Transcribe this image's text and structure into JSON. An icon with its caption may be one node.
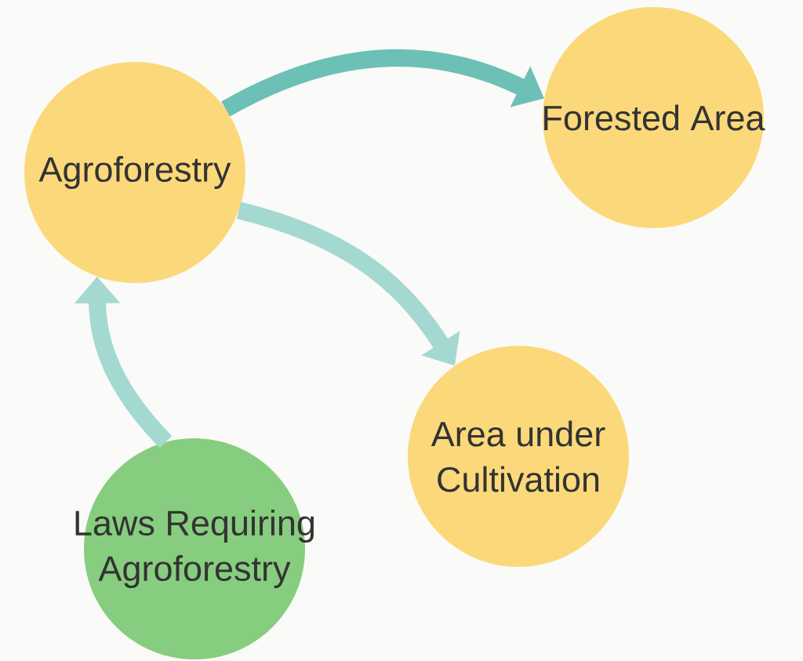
{
  "diagram": {
    "nodes": [
      {
        "text": [
          "Agroforestry"
        ]
      },
      {
        "text": [
          "Forested Area"
        ]
      },
      {
        "text": [
          "Area under Cultivation"
        ]
      },
      {
        "text": [
          "Laws Requiring Agroforestry"
        ]
      }
    ],
    "edges": [
      {
        "from": 0,
        "to": 1,
        "arrow": "to",
        "color": "#6cc0b6"
      },
      {
        "from": 0,
        "to": 2,
        "arrow": "to"
      },
      {
        "from": 3,
        "to": 0,
        "arrow": "to"
      }
    ]
  }
}
